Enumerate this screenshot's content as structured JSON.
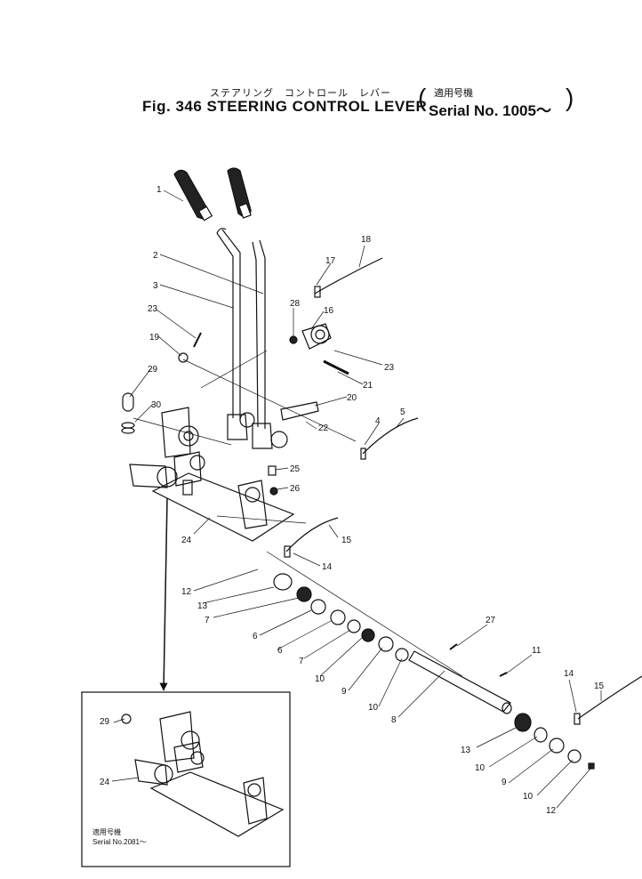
{
  "header": {
    "title_jp": "ステアリング　コントロール　レバー",
    "title": "Fig. 346 STEERING CONTROL LEVER",
    "serial_jp": "適用号機",
    "serial": "Serial No. 1005～"
  },
  "callouts": [
    "1",
    "2",
    "3",
    "23",
    "19",
    "29",
    "30",
    "24",
    "28",
    "16",
    "17",
    "18",
    "23",
    "21",
    "20",
    "22",
    "4",
    "5",
    "25",
    "26",
    "15",
    "14",
    "12",
    "13",
    "7",
    "6",
    "6",
    "7",
    "10",
    "9",
    "10",
    "8",
    "27",
    "11",
    "13",
    "10",
    "9",
    "10",
    "12",
    "14",
    "15"
  ],
  "inset": {
    "callouts": [
      "29",
      "24"
    ],
    "note_jp": "適用号機",
    "note": "Serial No.2081～"
  }
}
